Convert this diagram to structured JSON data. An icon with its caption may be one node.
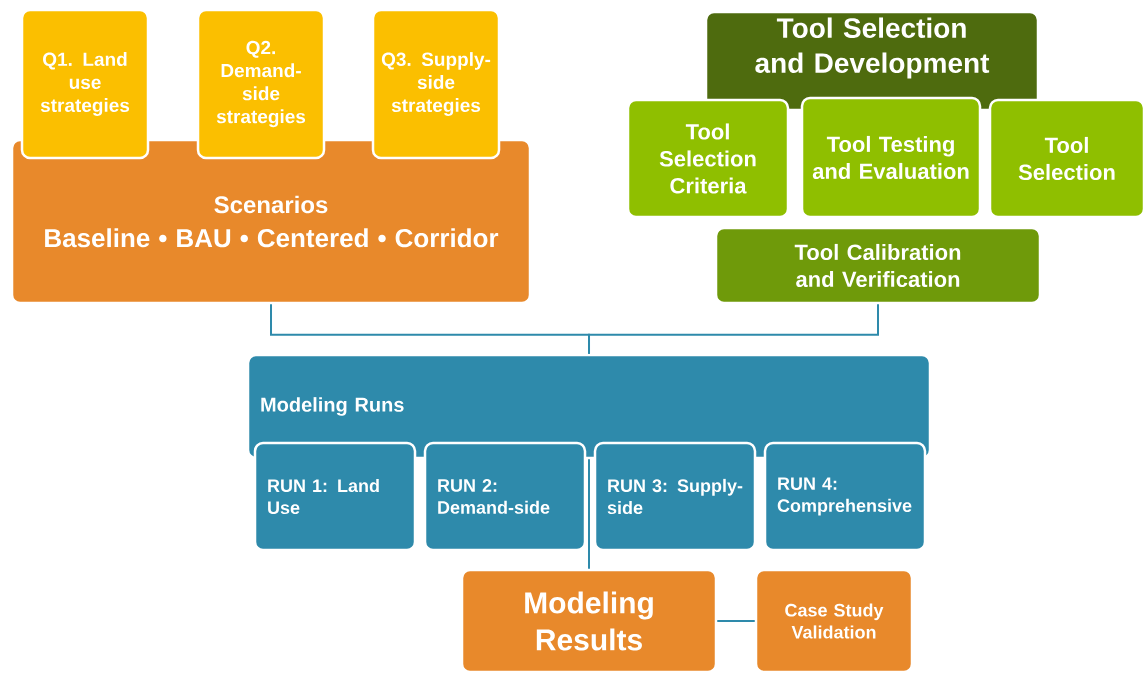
{
  "diagram": {
    "nodes": [
      {
        "text": [
          "Scenarios",
          "Baseline • BAU • Centered • Corridor"
        ]
      },
      {
        "text": [
          "Q1. Land use strategies"
        ]
      },
      {
        "text": [
          "Q2. Demand-side strategies"
        ]
      },
      {
        "text": [
          "Q3. Supply-side strategies"
        ]
      },
      {
        "text": [
          "Tool Selection and Development"
        ]
      },
      {
        "text": [
          "Tool Selection Criteria"
        ]
      },
      {
        "text": [
          "Tool Testing and Evaluation"
        ]
      },
      {
        "text": [
          "Tool Selection"
        ]
      },
      {
        "text": [
          "Tool Calibration and Verification"
        ]
      },
      {
        "text": [
          "Modeling Runs"
        ]
      },
      {
        "text": [
          "RUN 1: Land Use"
        ]
      },
      {
        "text": [
          "RUN 2: Demand-side"
        ]
      },
      {
        "text": [
          "RUN 3: Supply-side"
        ]
      },
      {
        "text": [
          "RUN 4: Comprehensive"
        ]
      },
      {
        "text": [
          "Modeling Results"
        ]
      },
      {
        "text": [
          "Case Study Validation"
        ]
      }
    ],
    "edges": [
      {
        "from": 0,
        "to": 9,
        "arrow": "none"
      },
      {
        "from": 8,
        "to": 9,
        "arrow": "none"
      },
      {
        "from": 9,
        "to": 14,
        "arrow": "none"
      },
      {
        "from": 14,
        "to": 15,
        "arrow": "none"
      }
    ]
  }
}
